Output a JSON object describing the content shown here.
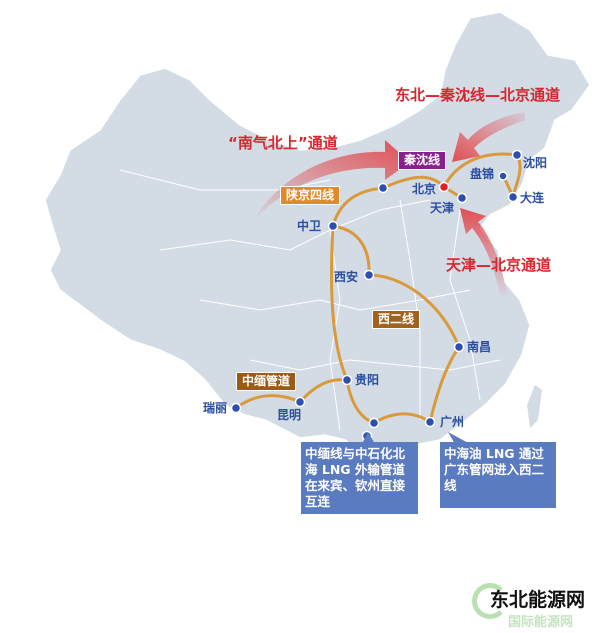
{
  "channels": {
    "south_north": "“南气北上”通道",
    "northeast": "东北—秦沈线—北京通道",
    "tianjin": "天津—北京通道"
  },
  "pipelines": {
    "qinshen": "秦沈线",
    "shaanjing4": "陕京四线",
    "west_east2": "西二线",
    "china_myanmar": "中缅管道"
  },
  "cities": {
    "beijing": "北京",
    "tianjin": "天津",
    "shenyang": "沈阳",
    "panjin": "盘锦",
    "dalian": "大连",
    "zhongwei": "中卫",
    "xian": "西安",
    "nanchang": "南昌",
    "guiyang": "贵阳",
    "guangzhou": "广州",
    "kunming": "昆明",
    "ruili": "瑞丽"
  },
  "notes": {
    "beihai": "中缅线与中石化北海 LNG 外输管道在来宾、钦州直接互连",
    "cnooc": "中海油 LNG 通过广东管网进入西二线"
  },
  "watermark": {
    "main": "东北能源网",
    "sub": "国际能源网"
  },
  "colors": {
    "land": "#d3dbe5",
    "pipeline": "#d99a3c",
    "arrow": "#e2474c",
    "city_dot": "#2a4fb0",
    "capital_dot": "#e0202a",
    "qinshen_tag": "#8a1f8e",
    "shaanjing_tag": "#e08a2a",
    "west2_tag": "#a0621e",
    "myanmar_tag": "#9a5a18",
    "note_box": "#5b7bc0"
  }
}
